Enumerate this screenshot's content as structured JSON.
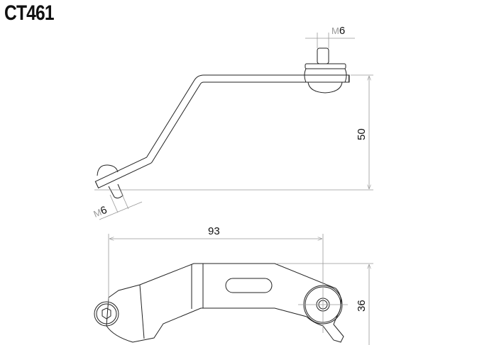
{
  "title": "CT461",
  "side_view": {
    "top_thread_label": {
      "prefix": "M",
      "value": "6"
    },
    "bottom_thread_label": {
      "prefix": "M",
      "value": "6"
    },
    "height_dimension": "50"
  },
  "top_view": {
    "width_dimension": "93",
    "depth_dimension": "36"
  }
}
